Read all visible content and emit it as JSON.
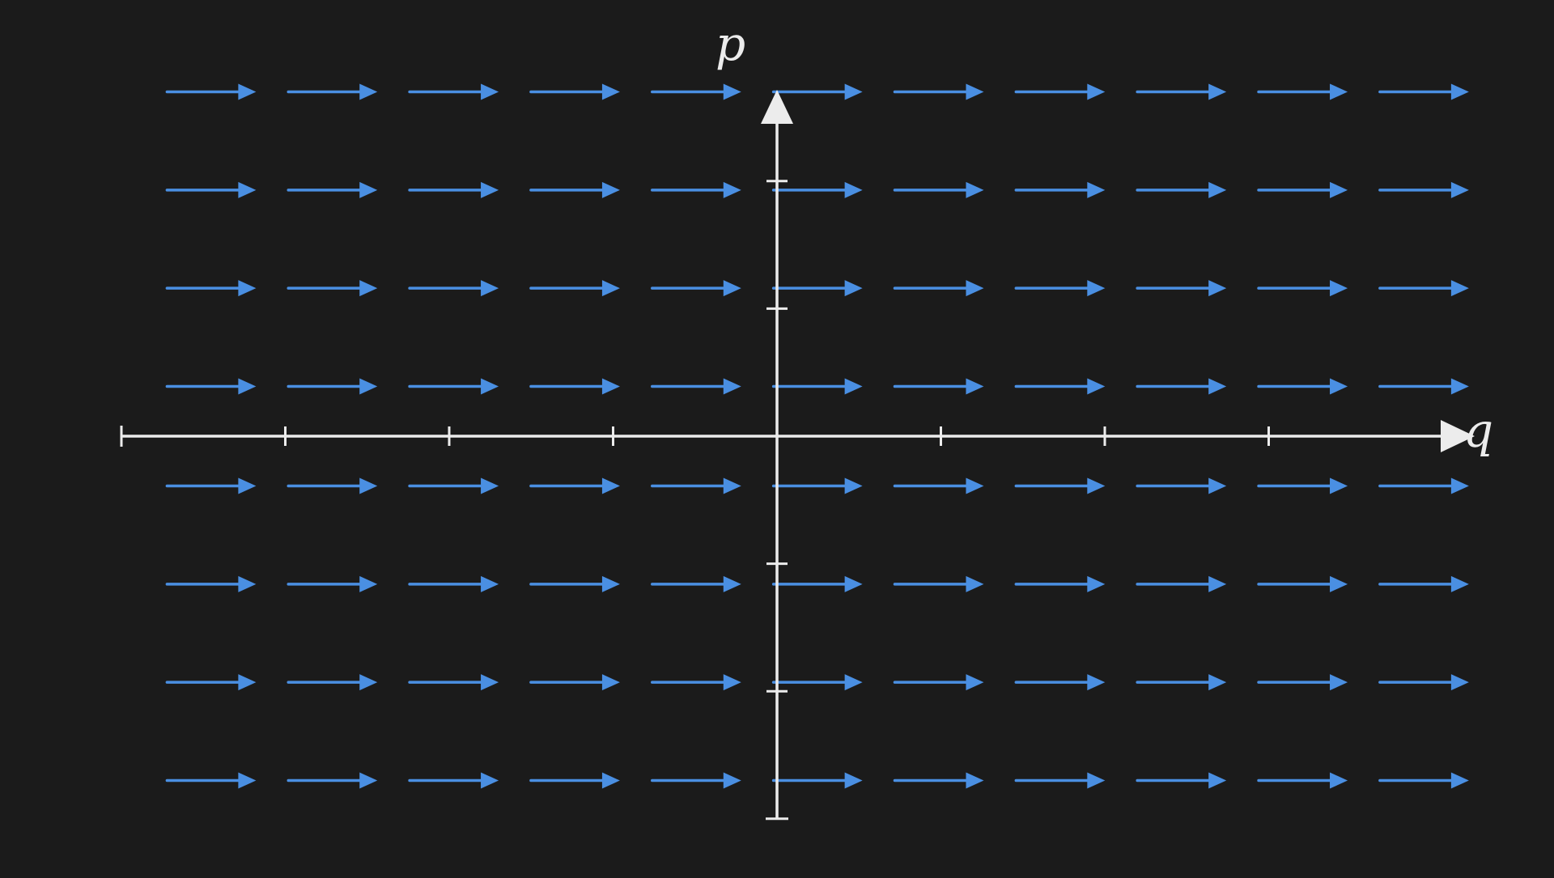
{
  "diagram": {
    "type": "vector-field",
    "description_visible": false,
    "axes": {
      "x": {
        "label": "q",
        "range": [
          -4,
          4
        ],
        "tick_step": 1
      },
      "y": {
        "label": "p",
        "range": [
          -3,
          2.5
        ],
        "tick_step": 1
      }
    },
    "field": {
      "direction": "positive-q",
      "rows_p": [
        2.7,
        1.93,
        1.16,
        0.39,
        -0.39,
        -1.16,
        -1.93,
        -2.7
      ],
      "arrow_q_centers": [
        -3.45,
        -2.71,
        -1.97,
        -1.23,
        -0.49,
        0.25,
        0.99,
        1.73,
        2.47,
        3.21,
        3.95
      ]
    },
    "colors": {
      "background": "#1b1b1b",
      "arrow": "#4a8fe2",
      "axis": "#ececec"
    }
  }
}
